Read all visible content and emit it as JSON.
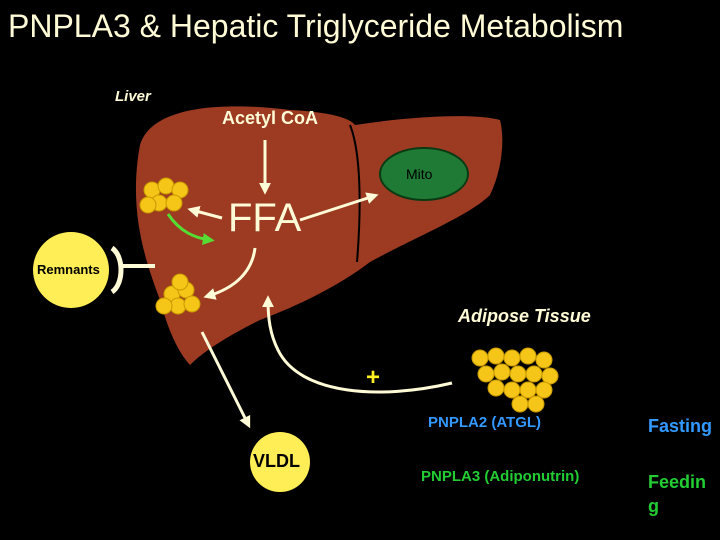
{
  "slide": {
    "title": "PNPLA3 & Hepatic Triglyceride Metabolism"
  },
  "liver": {
    "label": "Liver",
    "acetyl_coa": "Acetyl CoA",
    "ffa": "FFA",
    "mito": "Mito",
    "remnants": "Remnants",
    "vldl": "VLDL"
  },
  "adipose": {
    "label": "Adipose Tissue",
    "plus_sign": "+"
  },
  "enzymes": {
    "pnpla2": "PNPLA2 (ATGL)",
    "pnpla3": "PNPLA3 (Adiponutrin)"
  },
  "states": {
    "fasting": "Fasting",
    "feeding_line1": "Feedin",
    "feeding_line2": "g"
  },
  "colors": {
    "background": "#000000",
    "title": "#fffbd6",
    "liver": "#9c3a22",
    "mito": "#1f7a35",
    "yellow_circle": "#ffee55",
    "arrow": "#fffbd6",
    "green_arrow": "#55dd33",
    "fasting_text": "#3399ff",
    "feeding_text": "#22cc33"
  }
}
